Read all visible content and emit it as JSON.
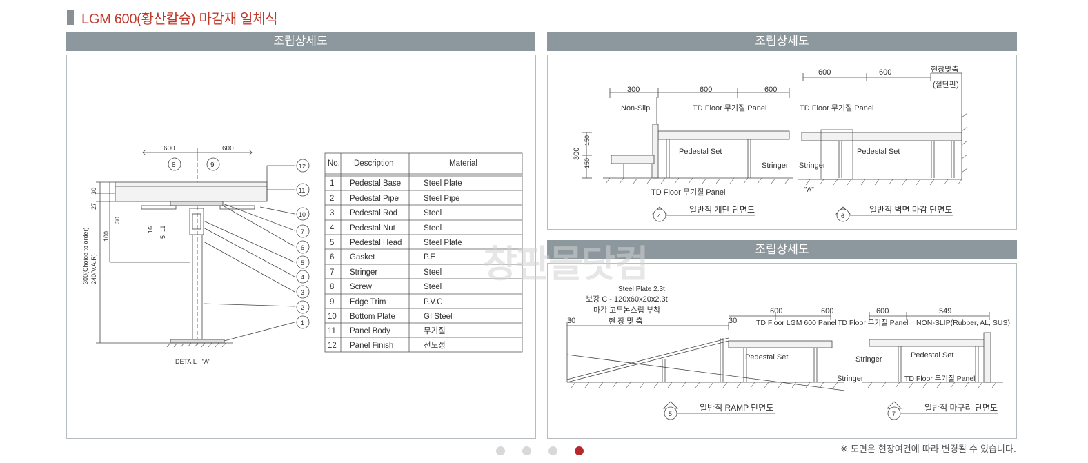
{
  "page_title": "LGM 600(황산칼슘) 마감재 일체식",
  "panel_header_left": "조립상세도",
  "panel_header_right_top": "조립상세도",
  "panel_header_right_bottom": "조립상세도",
  "detail_a": {
    "dims_top": [
      "600",
      "600"
    ],
    "dims_left": [
      "30",
      "27",
      "30",
      "16",
      "11",
      "5",
      "100",
      "300(Choice to order)",
      "240(V.A.R)"
    ],
    "callouts_top": [
      "8",
      "9"
    ],
    "callouts_right": [
      "12",
      "11",
      "10",
      "7",
      "6",
      "5",
      "4",
      "3",
      "2",
      "1"
    ],
    "caption": "DETAIL - \"A\""
  },
  "parts_table": {
    "headers": [
      "No.",
      "Description",
      "Material"
    ],
    "rows": [
      [
        "1",
        "Pedestal Base",
        "Steel Plate"
      ],
      [
        "2",
        "Pedestal Pipe",
        "Steel Pipe"
      ],
      [
        "3",
        "Pedestal Rod",
        "Steel"
      ],
      [
        "4",
        "Pedestal Nut",
        "Steel"
      ],
      [
        "5",
        "Pedestal Head",
        "Steel Plate"
      ],
      [
        "6",
        "Gasket",
        "P.E"
      ],
      [
        "7",
        "Stringer",
        "Steel"
      ],
      [
        "8",
        "Screw",
        "Steel"
      ],
      [
        "9",
        "Edge Trim",
        "P.V.C"
      ],
      [
        "10",
        "Bottom Plate",
        "GI Steel"
      ],
      [
        "11",
        "Panel Body",
        "무기질"
      ],
      [
        "12",
        "Panel Finish",
        "전도성"
      ]
    ]
  },
  "stair_section": {
    "dims": [
      "300",
      "600",
      "600",
      "300",
      "150",
      "150"
    ],
    "labels": [
      "Non-Slip",
      "TD Floor 무기질 Panel",
      "Pedestal Set",
      "Stringer",
      "TD Floor 무기질 Panel"
    ],
    "section_no": "4",
    "caption": "일반적 계단 단면도"
  },
  "wall_section": {
    "dims": [
      "600",
      "600"
    ],
    "labels": [
      "현장맞춤",
      "(절단판)",
      "TD Floor 무기질 Panel",
      "Pedestal Set",
      "Stringer",
      "\"A\""
    ],
    "section_no": "6",
    "caption": "일반적 벽면 마감 단면도"
  },
  "ramp_section": {
    "dims": [
      "30",
      "30",
      "600",
      "600"
    ],
    "labels": [
      "Steel Plate 2.3t",
      "보강 C - 120x60x20x2.3t",
      "마감 고무논스립 부착",
      "현 장 맞 춤",
      "TD Floor LGM 600 Panel",
      "Pedestal Set",
      "Stringer"
    ],
    "section_no": "5",
    "caption": "일반적 RAMP 단면도"
  },
  "edge_section": {
    "dims": [
      "600",
      "549"
    ],
    "labels": [
      "TD Floor 무기질 Panel",
      "NON-SLIP(Rubber, AL, SUS)",
      "Pedestal Set",
      "Stringer",
      "TD Floor 무기질 Panel"
    ],
    "section_no": "7",
    "caption": "일반적 마구리 단면도"
  },
  "pagination": {
    "count": 4,
    "active_index": 3
  },
  "footnote": "※ 도면은 현장여건에 따라 변경될 수 있습니다.",
  "watermark": "창판몰닷컴"
}
